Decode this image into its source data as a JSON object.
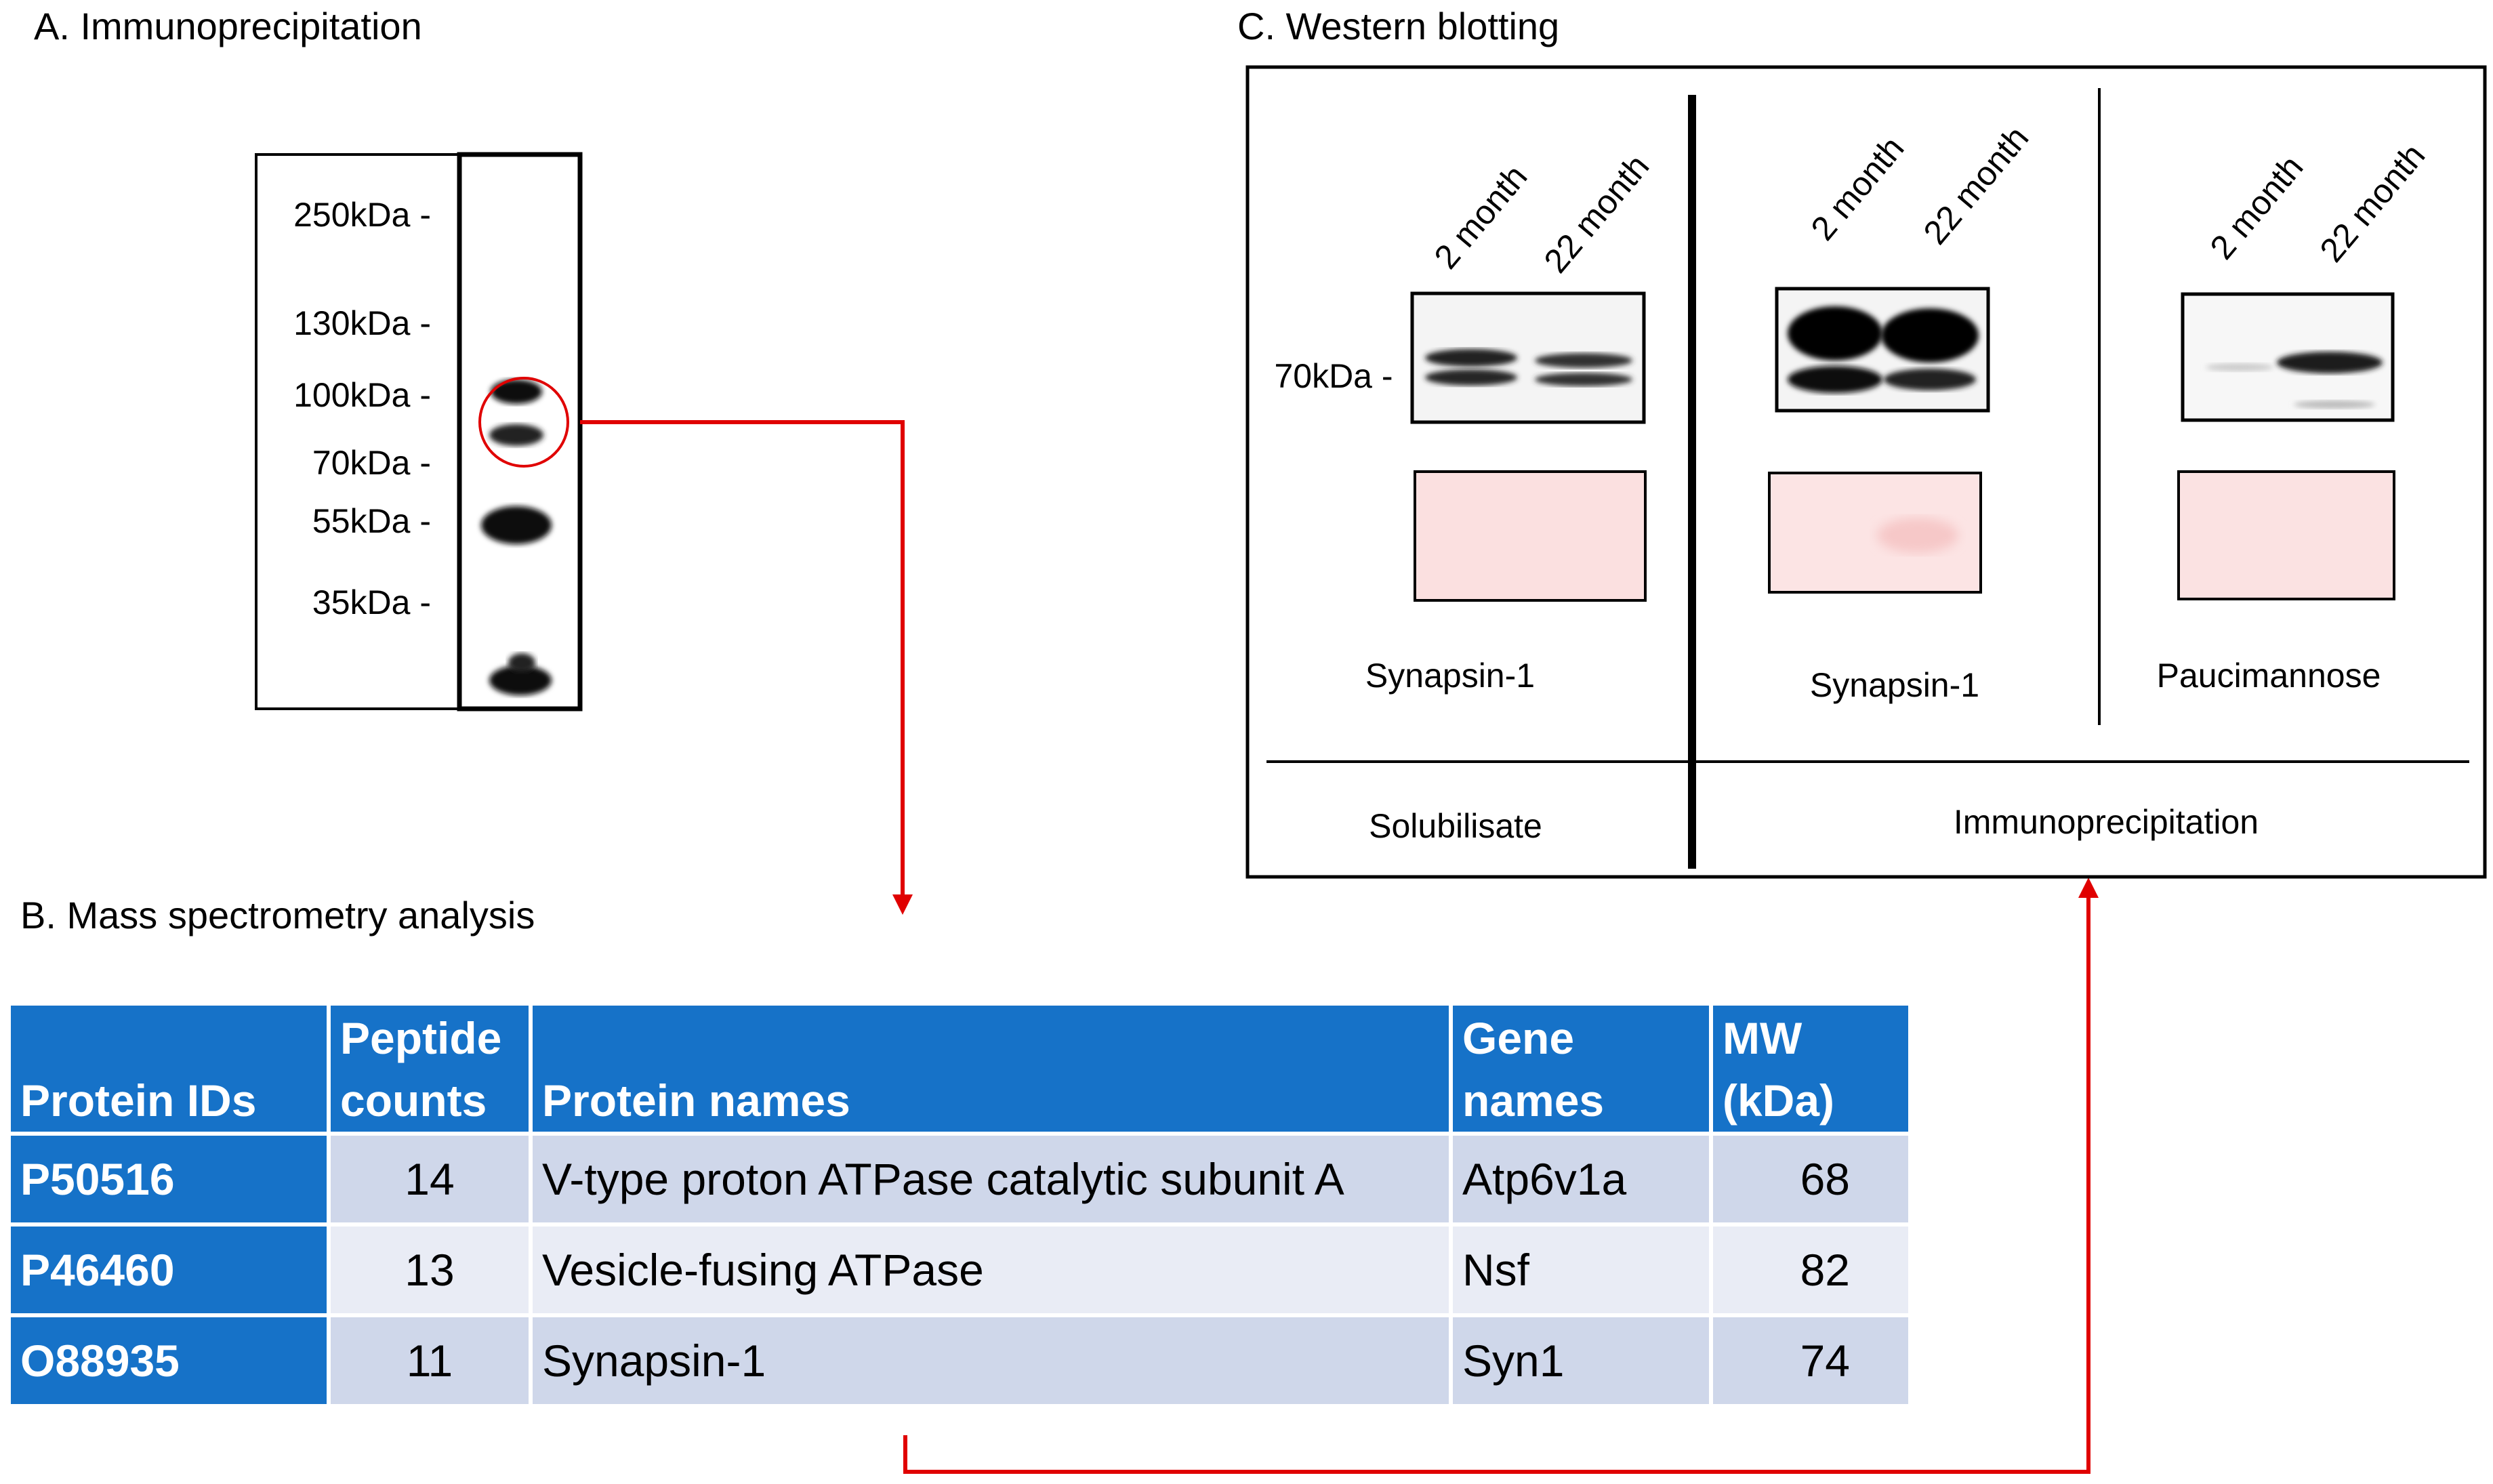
{
  "panel_a": {
    "title": "A. Immunoprecipitation",
    "markers": [
      "250kDa -",
      "130kDa -",
      "100kDa -",
      "70kDa -",
      "55kDa -",
      "35kDa -"
    ]
  },
  "panel_b": {
    "title": "B.  Mass spectrometry analysis",
    "columns": [
      [
        "Protein IDs"
      ],
      [
        "Peptide",
        "counts"
      ],
      [
        "Protein names"
      ],
      [
        "Gene",
        "names"
      ],
      [
        "MW",
        "(kDa)"
      ]
    ],
    "rows": [
      {
        "id": "P50516",
        "peptides": "14",
        "name": "V-type proton ATPase catalytic subunit A",
        "gene": "Atp6v1a",
        "mw": "68"
      },
      {
        "id": "P46460",
        "peptides": "13",
        "name": "Vesicle-fusing ATPase",
        "gene": "Nsf",
        "mw": "82"
      },
      {
        "id": "O88935",
        "peptides": "11",
        "name": "Synapsin-1",
        "gene": "Syn1",
        "mw": "74"
      }
    ]
  },
  "panel_c": {
    "title": "C. Western blotting",
    "marker": "70kDa -",
    "lane_labels": [
      "2 month",
      "22 month"
    ],
    "blots": [
      "Synapsin-1",
      "Synapsin-1",
      "Paucimannose"
    ],
    "sections": [
      "Solubilisate",
      "Immunoprecipitation"
    ]
  },
  "colors": {
    "arrow": "#e00000",
    "table_header": "#1672c8",
    "row_dark": "#cfd7ea",
    "row_light": "#e9ecf5",
    "ponceau": "#fbe0e0"
  }
}
